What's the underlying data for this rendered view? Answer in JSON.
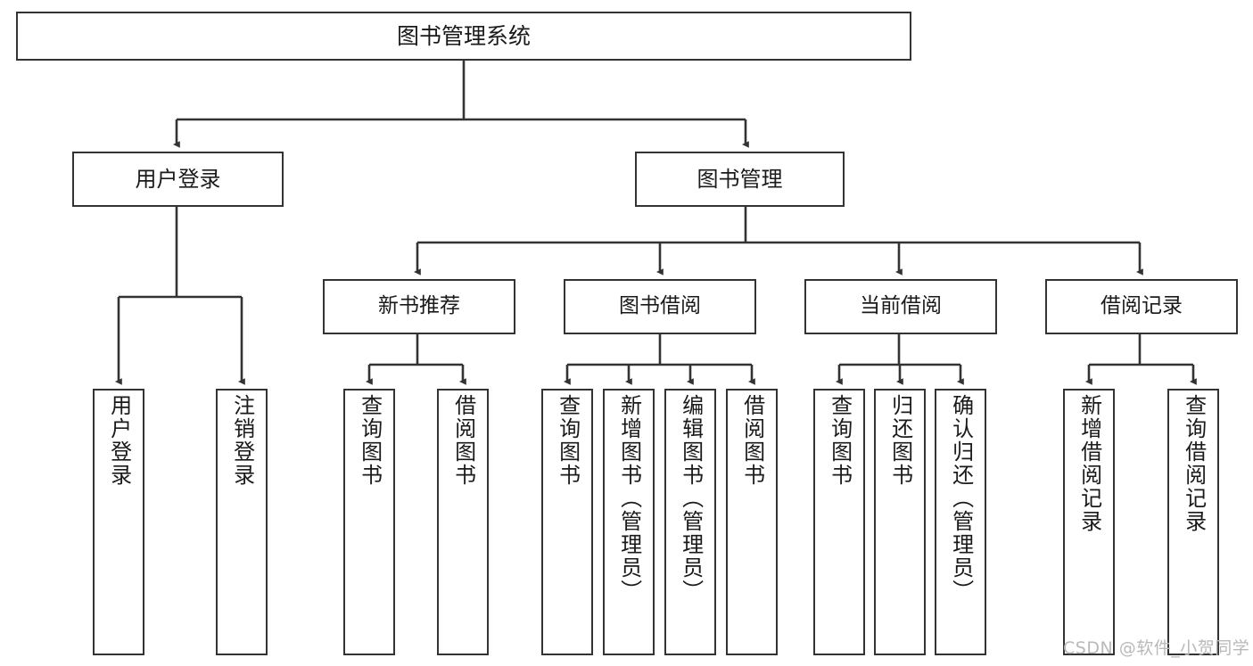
{
  "diagram": {
    "type": "tree",
    "orientation": "top-down",
    "title": "图书管理系统",
    "root": {
      "id": "root",
      "label": "图书管理系统"
    },
    "level2": [
      {
        "id": "user-login",
        "label": "用户登录"
      },
      {
        "id": "book-manage",
        "label": "图书管理"
      }
    ],
    "level3": [
      {
        "id": "new-book-rec",
        "label": "新书推荐",
        "parent": "book-manage"
      },
      {
        "id": "book-borrow",
        "label": "图书借阅",
        "parent": "book-manage"
      },
      {
        "id": "current-borrow",
        "label": "当前借阅",
        "parent": "book-manage"
      },
      {
        "id": "borrow-record",
        "label": "借阅记录",
        "parent": "book-manage"
      }
    ],
    "leaves": [
      {
        "id": "leaf-user-login",
        "label": "用户登录",
        "parent": "user-login"
      },
      {
        "id": "leaf-user-logout",
        "label": "注销登录",
        "parent": "user-login"
      },
      {
        "id": "leaf-rec-query",
        "label": "查询图书",
        "parent": "new-book-rec"
      },
      {
        "id": "leaf-rec-borrow",
        "label": "借阅图书",
        "parent": "new-book-rec"
      },
      {
        "id": "leaf-borrow-query",
        "label": "查询图书",
        "parent": "book-borrow"
      },
      {
        "id": "leaf-borrow-add",
        "label": "新增图书（管理员）",
        "parent": "book-borrow"
      },
      {
        "id": "leaf-borrow-edit",
        "label": "编辑图书（管理员）",
        "parent": "book-borrow"
      },
      {
        "id": "leaf-borrow-lend",
        "label": "借阅图书",
        "parent": "book-borrow"
      },
      {
        "id": "leaf-cur-query",
        "label": "查询图书",
        "parent": "current-borrow"
      },
      {
        "id": "leaf-cur-return",
        "label": "归还图书",
        "parent": "current-borrow"
      },
      {
        "id": "leaf-cur-confirm",
        "label": "确认归还（管理员）",
        "parent": "current-borrow"
      },
      {
        "id": "leaf-rec-add",
        "label": "新增借阅记录",
        "parent": "borrow-record"
      },
      {
        "id": "leaf-rec-query2",
        "label": "查询借阅记录",
        "parent": "borrow-record"
      }
    ],
    "watermark": "CSDN @软件_小贺同学",
    "colors": {
      "box_border": "#333333",
      "box_fill": "#ffffff",
      "edge": "#333333",
      "text": "#1a1a1a",
      "watermark": "#b9b9b9",
      "background": "#ffffff"
    }
  }
}
